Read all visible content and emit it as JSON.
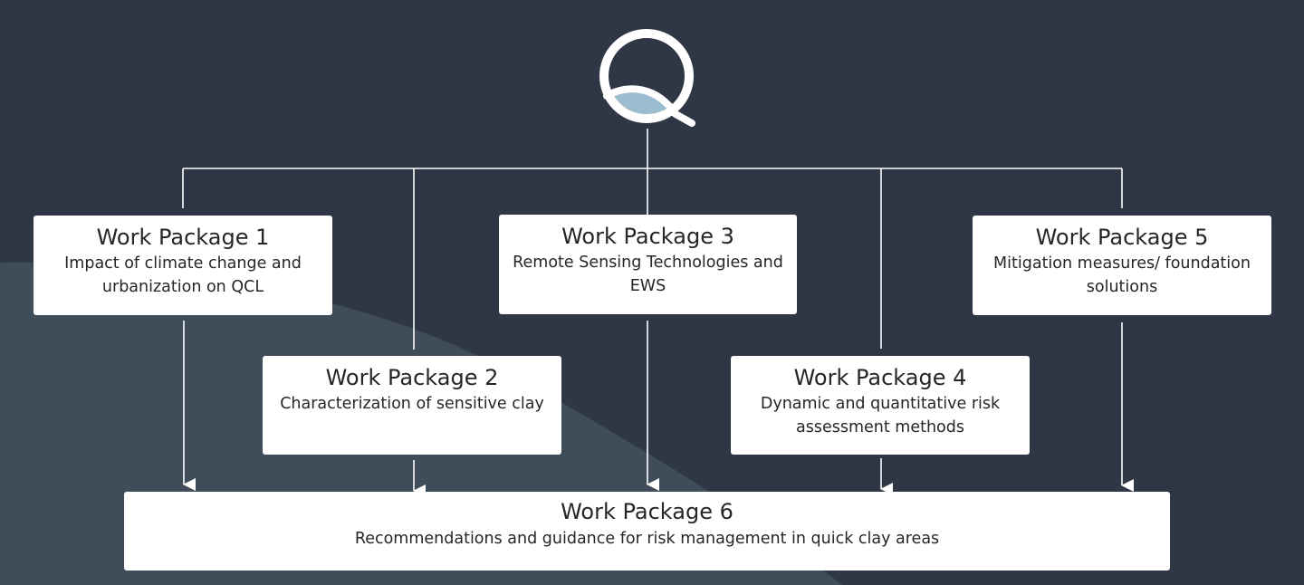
{
  "diagram": {
    "logo": {
      "icon": "q-logo-icon",
      "letter": "Q",
      "colors": {
        "ring": "#ffffff",
        "wave": "#9cbdd0"
      }
    },
    "colors": {
      "background": "#2f3746",
      "background_curve": "#3f4c59",
      "box": "#ffffff",
      "text": "#262626",
      "connector": "#ffffff"
    },
    "packages": [
      {
        "id": "wp1",
        "title": "Work Package 1",
        "description": "Impact of climate change and urbanization on QCL"
      },
      {
        "id": "wp2",
        "title": "Work Package 2",
        "description": "Characterization of sensitive clay"
      },
      {
        "id": "wp3",
        "title": "Work Package 3",
        "description": "Remote Sensing Technologies and EWS"
      },
      {
        "id": "wp4",
        "title": "Work Package 4",
        "description": "Dynamic and quantitative risk assessment methods"
      },
      {
        "id": "wp5",
        "title": "Work Package 5",
        "description": "Mitigation measures/ foundation solutions"
      },
      {
        "id": "wp6",
        "title": "Work Package 6",
        "description": "Recommendations and guidance for risk management in quick clay areas"
      }
    ],
    "edges": [
      {
        "from": "logo",
        "to": "wp1"
      },
      {
        "from": "logo",
        "to": "wp2"
      },
      {
        "from": "logo",
        "to": "wp3"
      },
      {
        "from": "logo",
        "to": "wp4"
      },
      {
        "from": "logo",
        "to": "wp5"
      },
      {
        "from": "wp1",
        "to": "wp6"
      },
      {
        "from": "wp2",
        "to": "wp6"
      },
      {
        "from": "wp3",
        "to": "wp6"
      },
      {
        "from": "wp4",
        "to": "wp6"
      },
      {
        "from": "wp5",
        "to": "wp6"
      }
    ]
  }
}
